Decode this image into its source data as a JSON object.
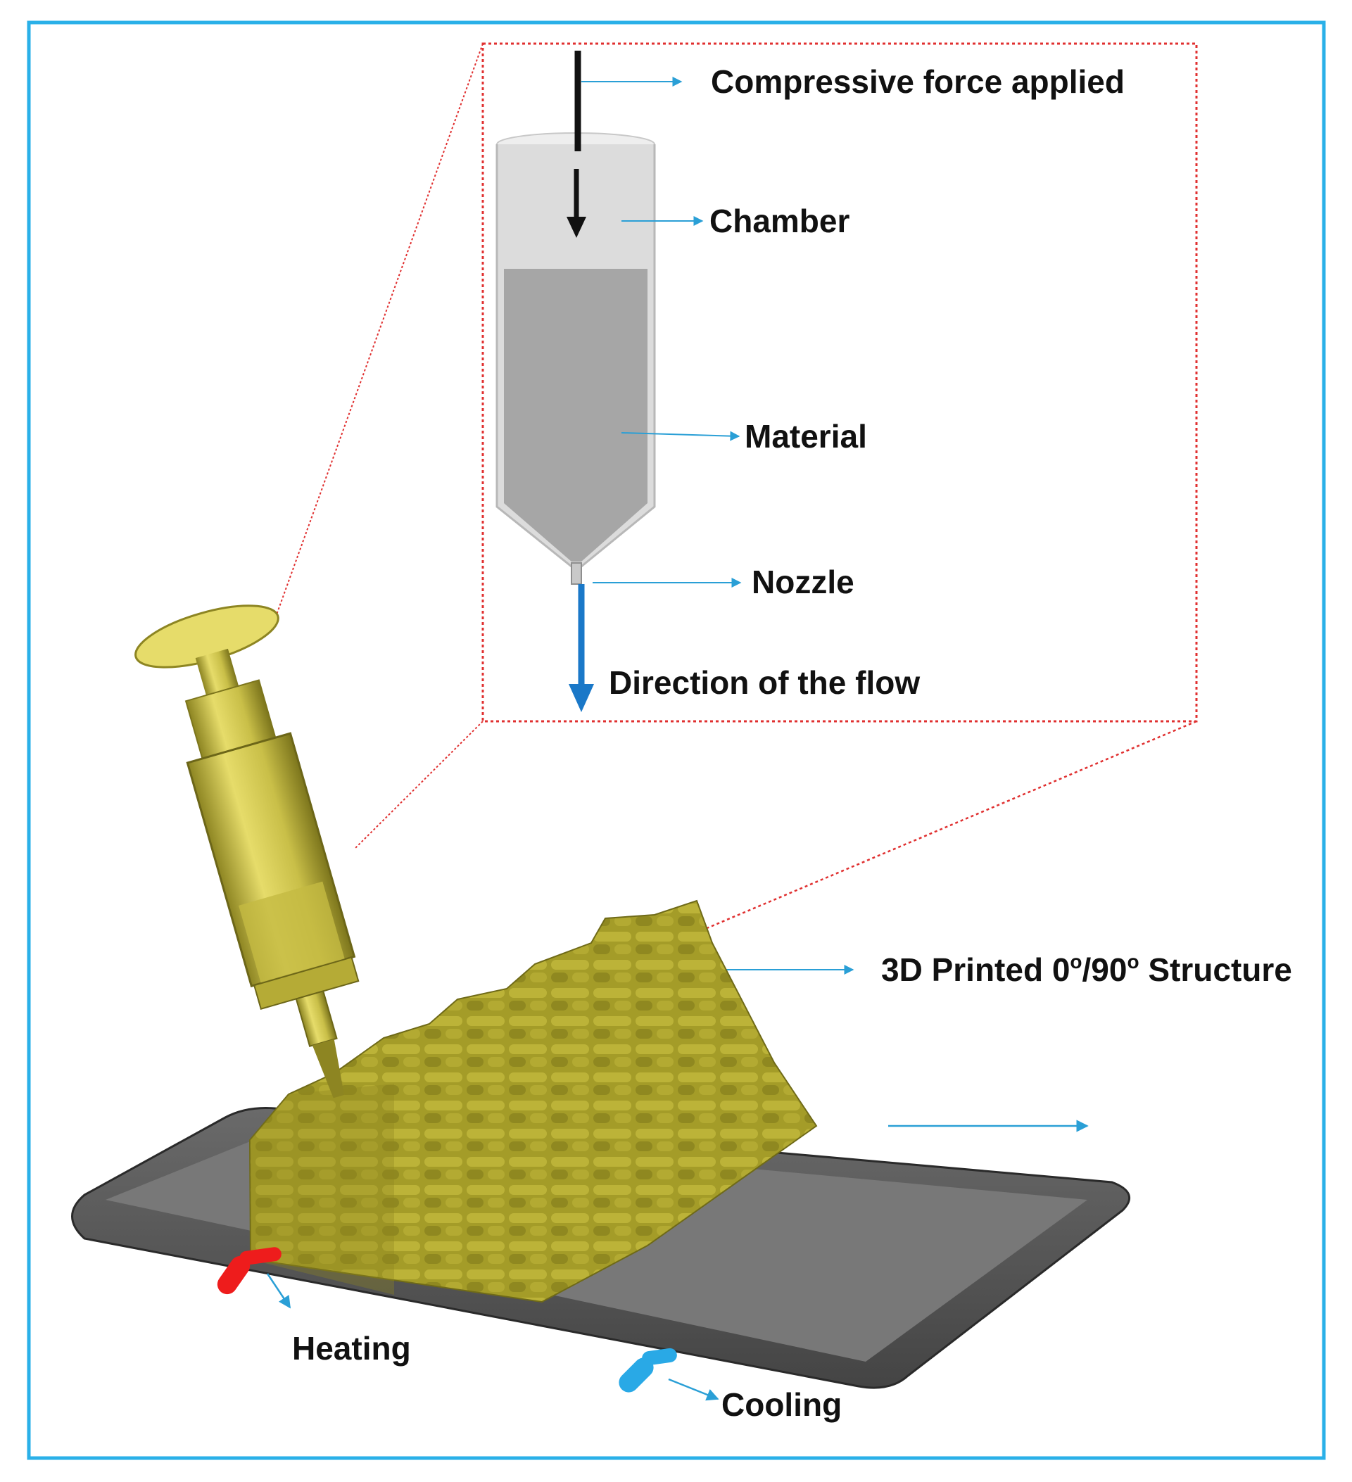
{
  "labels": {
    "compressive_force": "Compressive force applied",
    "chamber": "Chamber",
    "material": "Material",
    "nozzle": "Nozzle",
    "direction_of_flow": "Direction of the flow",
    "structure_prefix": "3D Printed 0",
    "degree_symbol": "o",
    "structure_mid": "/90",
    "structure_suffix": " Structure",
    "heating": "Heating",
    "cooling": "Cooling"
  },
  "colors": {
    "frame": "#2ab0e8",
    "arrow": "#2a9fd6",
    "zoom_box": "#e03030",
    "chamber_fill": "#dcdcdc",
    "material_fill": "#a6a6a6",
    "flow_arrow": "#1a78c8",
    "force_arrow": "#111111",
    "syringe": "#d6cc55",
    "structure": "#a8a02a",
    "tray": "#5a5a5a",
    "heating": "#ee1c1c",
    "cooling": "#29a9e6"
  },
  "icons": {
    "syringe": "syringe-icon",
    "tray": "heated-bed-icon",
    "structure": "lattice-structure-icon"
  }
}
